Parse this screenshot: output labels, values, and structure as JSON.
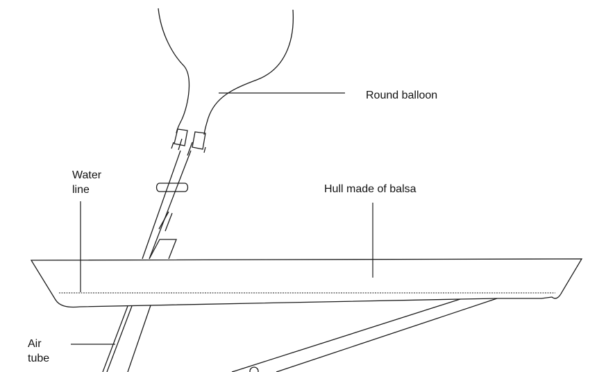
{
  "labels": {
    "balloon": "Round balloon",
    "water_line_1": "Water",
    "water_line_2": "line",
    "hull": "Hull made of balsa",
    "air_tube_1": "Air",
    "air_tube_2": "tube"
  },
  "colors": {
    "stroke": "#1a1a1a",
    "background": "#ffffff"
  }
}
